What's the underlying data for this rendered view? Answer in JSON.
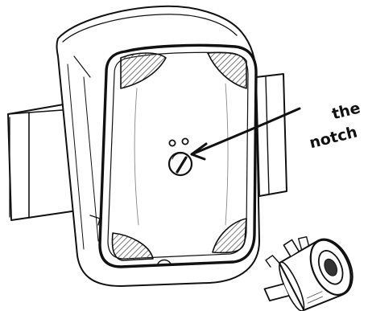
{
  "annotation": {
    "line1": "the",
    "line2": "notch"
  },
  "colors": {
    "ink": "#111111",
    "hatch": "#555555",
    "background": "#ffffff"
  },
  "icons": {
    "main_object": "lock-body-sketch",
    "small_object": "lock-cylinder-sketch",
    "pointer": "arrow-icon"
  }
}
